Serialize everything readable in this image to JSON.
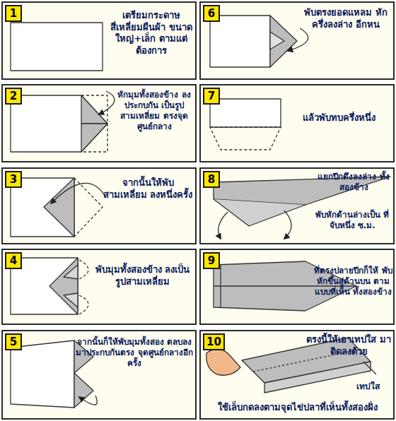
{
  "diagram": {
    "nodes": [
      {
        "text": [
          "เตรียมกระดาษ สี่เหลี่ยมผืนผ้า ขนาดใหญ่+เล็ก ตามแต่ต้องการ"
        ]
      },
      {
        "text": [
          "1"
        ],
        "in": 0
      },
      {
        "text": [
          "หักมุมทั้งสองข้าง ลงประกบกัน เป็นรูปสามเหลี่ยม ตรงจุด ศูนย์กลาง"
        ]
      },
      {
        "text": [
          "2"
        ],
        "in": 2
      },
      {
        "text": [
          "จากนั้นให้พับ สามเหลี่ยม ลงหนึ่งครั้ง"
        ]
      },
      {
        "text": [
          "3"
        ],
        "in": 4
      },
      {
        "text": [
          "พับมุมทั้งสองข้าง ลงเป็นรูปสามเหลี่ยม"
        ]
      },
      {
        "text": [
          "4"
        ],
        "in": 6
      },
      {
        "text": [
          "จากนั้นก็ให้พับมุมทั้งสอง ตลบลงมาประกบกันตรง จุดศูนย์กลางอีกครั้ง"
        ]
      },
      {
        "text": [
          "5"
        ],
        "in": 8
      },
      {
        "text": [
          "พับตรงยอดแหลม หักครึ่งลงล่าง อีกหน"
        ]
      },
      {
        "text": [
          "6"
        ],
        "in": 10
      },
      {
        "text": [
          "แล้วพับทบครึ่งหนึ่ง"
        ]
      },
      {
        "text": [
          "7"
        ],
        "in": 12
      },
      {
        "text": [
          "แยกปีกดึงลงล่าง ทั้งสองข้าง",
          "พับหักด้านล่างเป็น ที่จับหนึ่ง ซ.ม."
        ]
      },
      {
        "text": [
          "8"
        ],
        "in": 14
      },
      {
        "text": [
          "ที่ตรงปลายปีกก็ให้ พับหักขึ้นสู่ด้านบน ตามแบบที่เห็น ทั้งสองข้าง"
        ]
      },
      {
        "text": [
          "9"
        ],
        "in": 16
      },
      {
        "text": [
          "ตรงนี้ให้เอาเทปใส มาติดลงด้วย",
          "ใช้เล็บกดลงตามจุดไข่ปลาที่เห็นทั้งสองฝั่ง"
        ]
      },
      {
        "text": [
          "10"
        ],
        "in": 18
      }
    ],
    "labels": [
      "เทปใส"
    ]
  }
}
